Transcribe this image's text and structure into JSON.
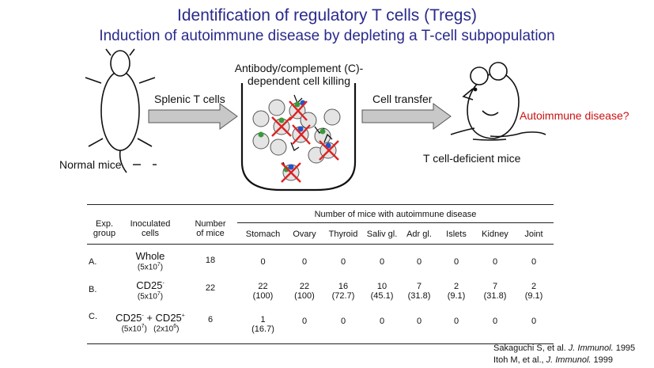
{
  "title": "Identification of regulatory T cells (Tregs)",
  "subtitle": "Induction of autoimmune disease by depleting a T-cell subpopulation",
  "diagram": {
    "antibody_line1": "Antibody/complement (C)-",
    "antibody_line2": "dependent cell killing",
    "splenic": "Splenic T cells",
    "transfer": "Cell transfer",
    "normal": "Normal mice",
    "deficient": "T cell-deficient mice",
    "autoimmune": "Autoimmune disease?"
  },
  "table": {
    "header_group": "Number of mice with autoimmune disease",
    "col_exp_1": "Exp.",
    "col_exp_2": "group",
    "col_inoc_1": "Inoculated",
    "col_inoc_2": "cells",
    "col_num_1": "Number",
    "col_num_2": "of mice",
    "organs": [
      "Stomach",
      "Ovary",
      "Thyroid",
      "Saliv gl.",
      "Adr gl.",
      "Islets",
      "Kidney",
      "Joint"
    ],
    "rows": [
      {
        "group": "A.",
        "cell": "Whole",
        "count": "18",
        "values": [
          "0",
          "0",
          "0",
          "0",
          "0",
          "0",
          "0",
          "0"
        ],
        "pcts": [
          "",
          "",
          "",
          "",
          "",
          "",
          "",
          ""
        ]
      },
      {
        "group": "B.",
        "cell": "CD25",
        "count": "22",
        "values": [
          "22",
          "22",
          "16",
          "10",
          "7",
          "2",
          "7",
          "2"
        ],
        "pcts": [
          "(100)",
          "(100)",
          "(72.7)",
          "(45.1)",
          "(31.8)",
          "(9.1)",
          "(31.8)",
          "(9.1)"
        ]
      },
      {
        "group": "C.",
        "cell_a": "CD25",
        "plus": "+",
        "cell_b": "CD25",
        "count": "6",
        "values": [
          "1",
          "0",
          "0",
          "0",
          "0",
          "0",
          "0",
          "0"
        ],
        "pcts": [
          "(16.7)",
          "",
          "",
          "",
          "",
          "",
          "",
          ""
        ]
      }
    ],
    "dose_a_pre": "(5x10",
    "dose_a_exp": "7",
    "dose_b_exp": "6",
    "dose_b_pre": "(2x10",
    "paren_close": ")",
    "sup_minus": "-",
    "sup_plus": "+"
  },
  "refs": {
    "ref1_pre": "Sakaguchi S, et al. ",
    "ref1_journal": "J. Immunol.",
    "ref1_year": " 1995",
    "ref2_pre": "Itoh M, et al., ",
    "ref2_journal": "J. Immunol.",
    "ref2_year": " 1999"
  },
  "colors": {
    "title": "#2a2a8c",
    "highlight": "#cc1111",
    "arrow": "#c8c8c8",
    "cell_green": "#3a9a3a",
    "cell_blue": "#2255cc"
  }
}
